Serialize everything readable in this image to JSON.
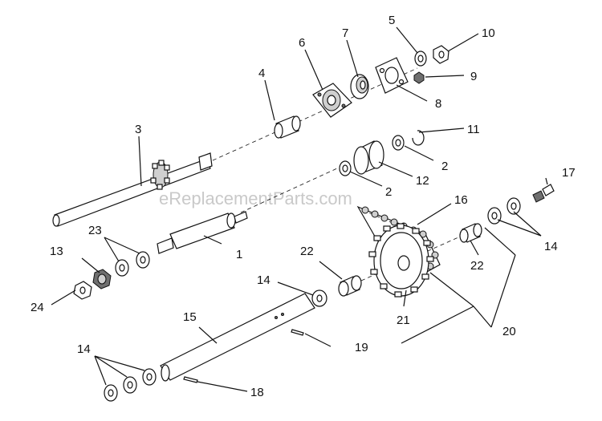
{
  "watermark": "eReplacementParts.com",
  "callouts": {
    "c1": "1",
    "c2a": "2",
    "c2b": "2",
    "c3": "3",
    "c4": "4",
    "c5": "5",
    "c6": "6",
    "c7": "7",
    "c8": "8",
    "c9": "9",
    "c10": "10",
    "c11": "11",
    "c12": "12",
    "c13": "13",
    "c14a": "14",
    "c14b": "14",
    "c14c": "14",
    "c15": "15",
    "c16": "16",
    "c17": "17",
    "c18": "18",
    "c19": "19",
    "c20": "20",
    "c21": "21",
    "c22a": "22",
    "c22b": "22",
    "c23": "23",
    "c24": "24"
  }
}
